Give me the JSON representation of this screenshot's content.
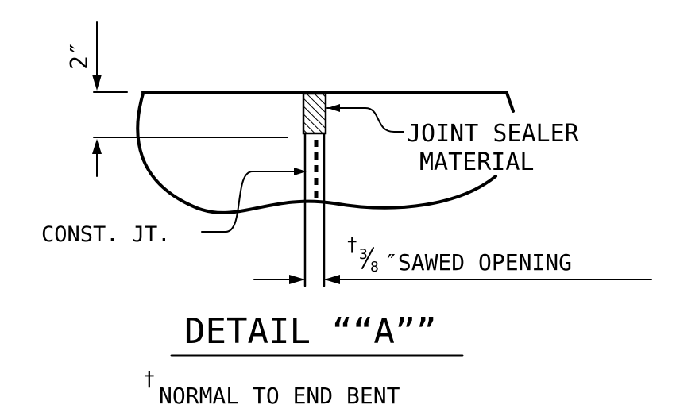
{
  "dimension_label": "2″",
  "callout_sealer_line1": "JOINT SEALER",
  "callout_sealer_line2": "MATERIAL",
  "callout_const_jt": "CONST. JT.",
  "dagger_mark": "†",
  "sawed_fraction_num": "3",
  "sawed_fraction_den": "8",
  "sawed_opening_text": "″SAWED OPENING",
  "detail_title": "DETAIL ““A””",
  "footnote_text": "NORMAL TO END BENT"
}
